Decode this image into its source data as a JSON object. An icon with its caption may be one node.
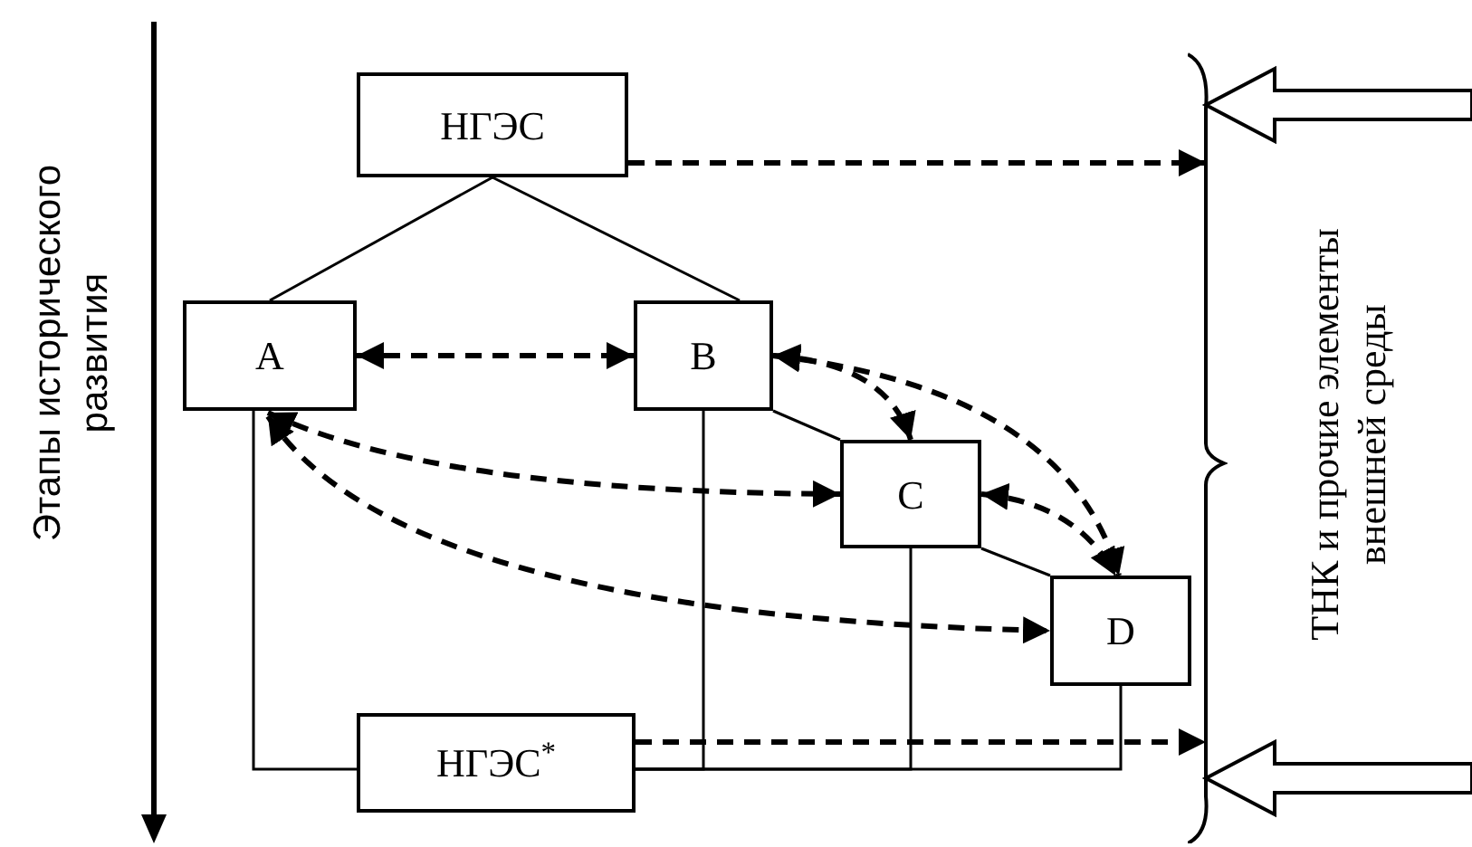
{
  "diagram": {
    "nodes": [
      {
        "text": [
          "НГЭС"
        ]
      },
      {
        "text": [
          "A"
        ]
      },
      {
        "text": [
          "B"
        ]
      },
      {
        "text": [
          "C"
        ]
      },
      {
        "text": [
          "D"
        ]
      },
      {
        "text": [
          "НГЭС$^{*}$"
        ]
      },
      {
        "text": [
          "ТНК и прочие элементы внешней среды"
        ]
      }
    ],
    "edges": [
      {
        "from": 0,
        "to": 1,
        "arrow": "none"
      },
      {
        "from": 0,
        "to": 2,
        "arrow": "none"
      },
      {
        "from": 2,
        "to": 3,
        "arrow": "none"
      },
      {
        "from": 3,
        "to": 4,
        "arrow": "none"
      },
      {
        "from": 1,
        "to": 5,
        "arrow": "none"
      },
      {
        "from": 2,
        "to": 5,
        "arrow": "none"
      },
      {
        "from": 3,
        "to": 5,
        "arrow": "none"
      },
      {
        "from": 4,
        "to": 5,
        "arrow": "none"
      },
      {
        "from": 1,
        "to": 2,
        "arrow": "both",
        "style": "dashed"
      },
      {
        "from": 2,
        "to": 3,
        "arrow": "both",
        "style": "dashed"
      },
      {
        "from": 2,
        "to": 4,
        "arrow": "both",
        "style": "dashed"
      },
      {
        "from": 1,
        "to": 3,
        "arrow": "both",
        "style": "dashed"
      },
      {
        "from": 3,
        "to": 4,
        "arrow": "both",
        "style": "dashed"
      },
      {
        "from": 1,
        "to": 4,
        "arrow": "both",
        "style": "dashed"
      },
      {
        "from": 0,
        "to": 6,
        "arrow": "to",
        "style": "dashed"
      },
      {
        "from": 5,
        "to": 6,
        "arrow": "to",
        "style": "dashed"
      },
      {
        "from": null,
        "to": 6,
        "arrow": "to"
      },
      {
        "from": null,
        "to": 6,
        "arrow": "to"
      }
    ],
    "labels": [
      "Этапы исторического развития"
    ]
  }
}
